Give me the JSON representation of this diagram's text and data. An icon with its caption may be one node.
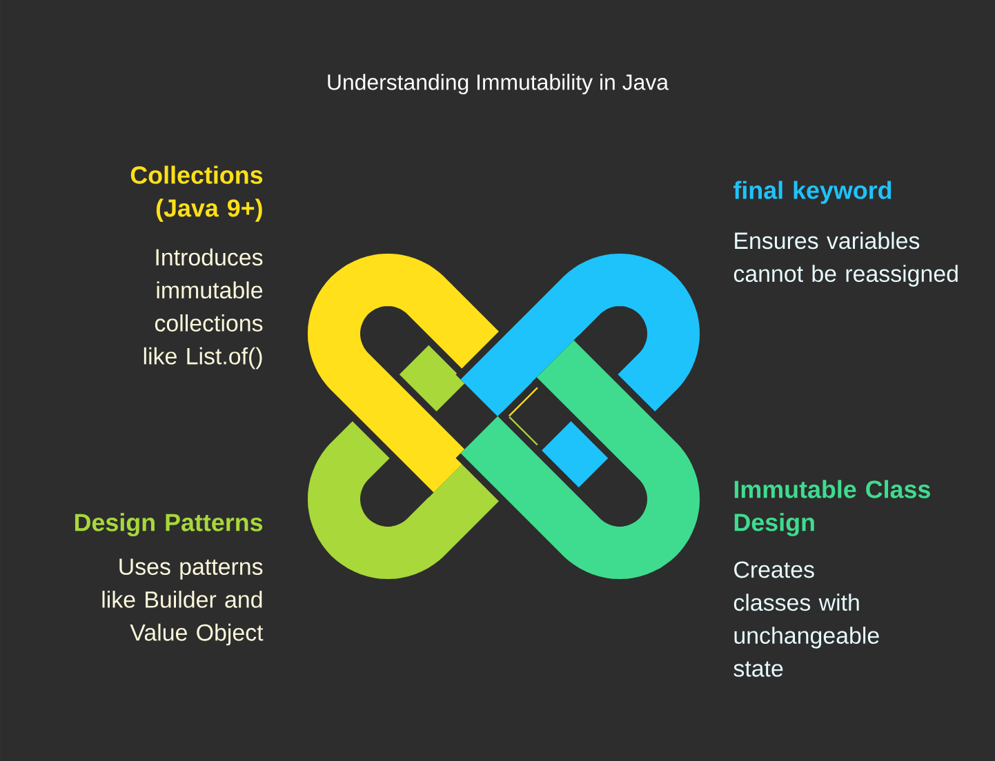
{
  "diagram": {
    "title": "Understanding Immutability in Java",
    "labels": [
      "Collections (Java 9+)",
      "Introduces immutable collections like List.of()",
      "final keyword",
      "Ensures variables cannot be reassigned",
      "Design Patterns",
      "Uses patterns like Builder and Value Object",
      "Immutable Class Design",
      "Creates classes with unchangeable state"
    ]
  }
}
